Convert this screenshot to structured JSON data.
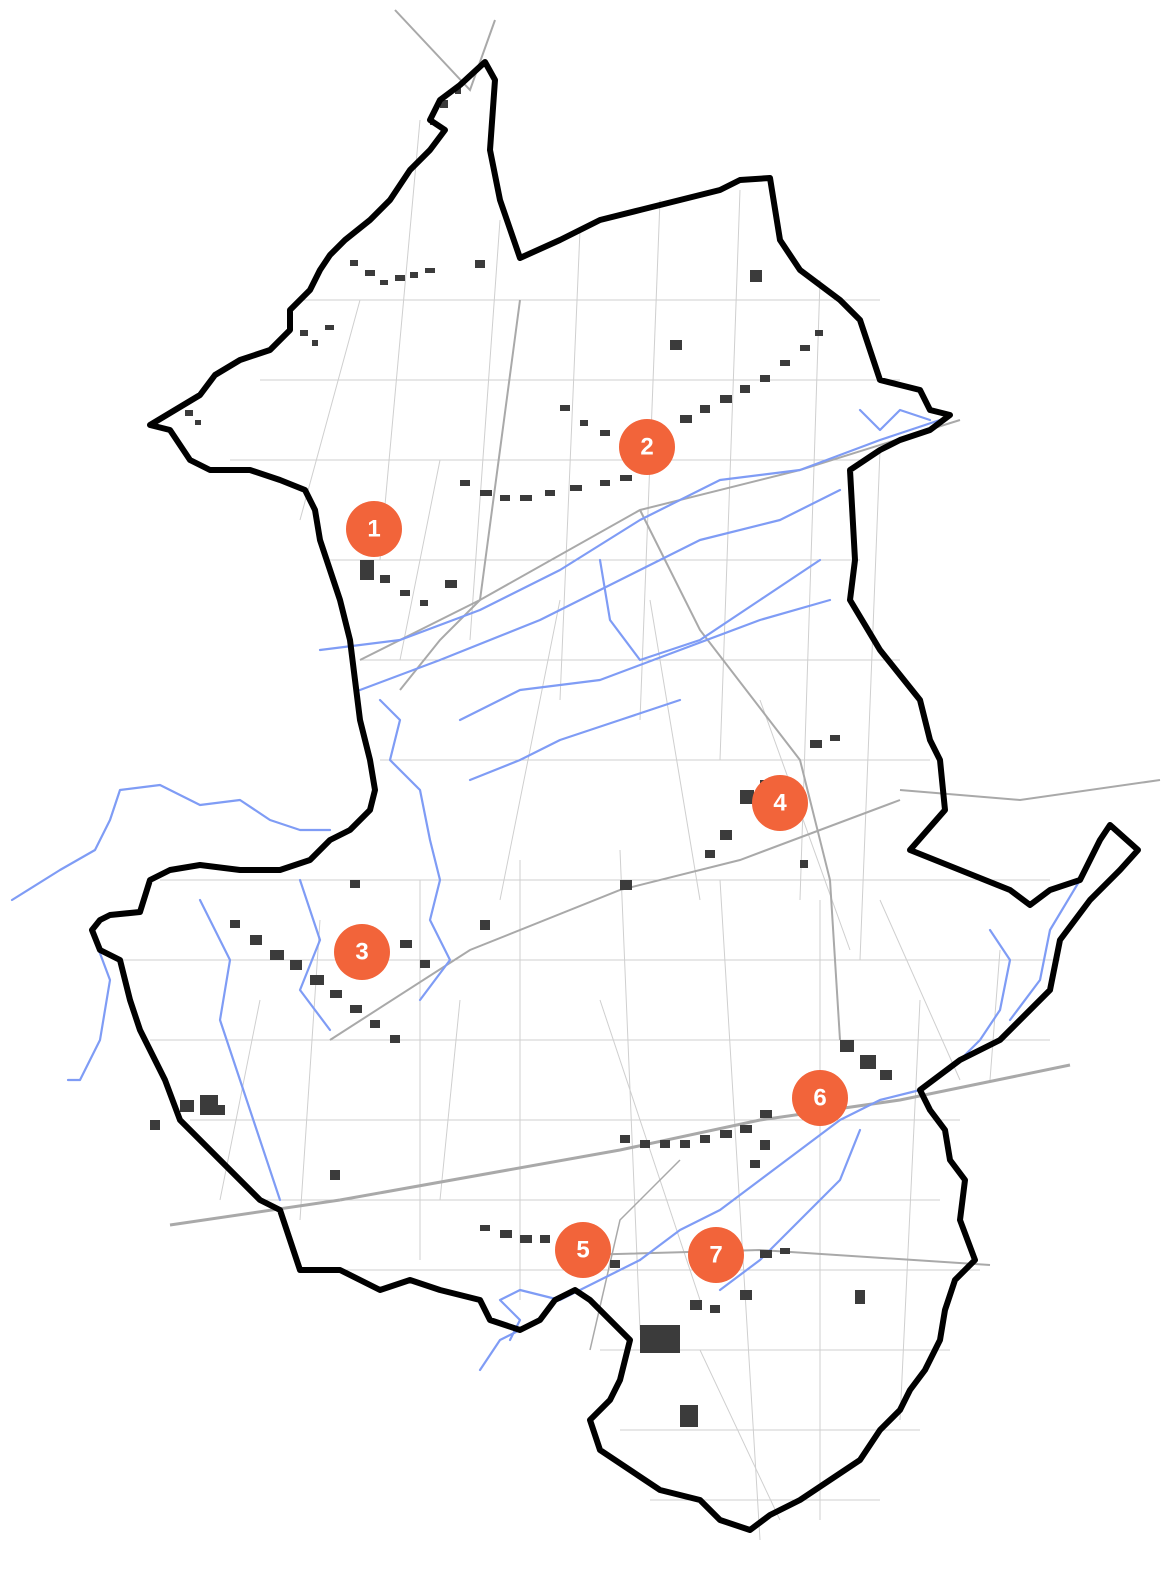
{
  "map": {
    "colors": {
      "boundary": "#000000",
      "water": "#7f9cf5",
      "roads": "#a9a9a9",
      "parcels": "#cfcfcf",
      "buildings": "#3b3b3b",
      "marker": "#f2643a",
      "marker_text": "#ffffff"
    },
    "markers": [
      {
        "id": 1,
        "label": "1"
      },
      {
        "id": 2,
        "label": "2"
      },
      {
        "id": 3,
        "label": "3"
      },
      {
        "id": 4,
        "label": "4"
      },
      {
        "id": 5,
        "label": "5"
      },
      {
        "id": 6,
        "label": "6"
      },
      {
        "id": 7,
        "label": "7"
      }
    ]
  }
}
